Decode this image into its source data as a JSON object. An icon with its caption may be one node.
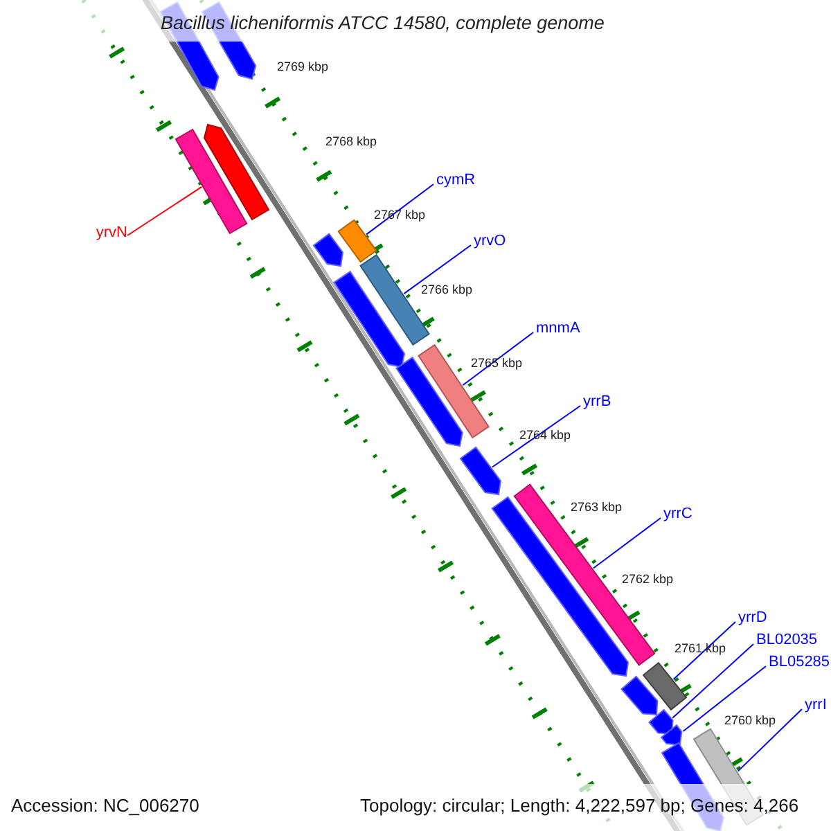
{
  "diagram": {
    "title": "Bacillus licheniformis ATCC 14580, complete genome",
    "nodes": [
      {
        "text": [],
        "shape": "arrow"
      },
      {
        "text": [],
        "shape": "arrow"
      },
      {
        "text": [],
        "shape": "bar"
      },
      {
        "text": [],
        "shape": "arrow"
      },
      {
        "text": [],
        "shape": "arrow"
      },
      {
        "text": [],
        "shape": "bar"
      },
      {
        "text": [],
        "shape": "arrow"
      },
      {
        "text": [],
        "shape": "bar"
      },
      {
        "text": [],
        "shape": "arrow"
      },
      {
        "text": [],
        "shape": "bar"
      },
      {
        "text": [],
        "shape": "arrow"
      },
      {
        "text": [],
        "shape": "arrow"
      },
      {
        "text": [],
        "shape": "bar"
      },
      {
        "text": [],
        "shape": "bar"
      },
      {
        "text": [],
        "shape": "arrow"
      },
      {
        "text": [],
        "shape": "arrow"
      },
      {
        "text": [],
        "shape": "arrow"
      },
      {
        "text": [],
        "shape": "bar"
      },
      {
        "text": [],
        "shape": "arrow"
      },
      {
        "text": [
          "cymR"
        ]
      },
      {
        "text": [
          "yrvO"
        ]
      },
      {
        "text": [
          "yrvN"
        ]
      },
      {
        "text": [
          "mnmA"
        ]
      },
      {
        "text": [
          "yrrB"
        ]
      },
      {
        "text": [
          "yrrC"
        ]
      },
      {
        "text": [
          "yrrD"
        ]
      },
      {
        "text": [
          "BL02035"
        ]
      },
      {
        "text": [
          "BL05285"
        ]
      },
      {
        "text": [
          "yrrI"
        ]
      }
    ],
    "edges": [
      {
        "from": 19,
        "to": 5,
        "arrow": "none"
      },
      {
        "from": 20,
        "to": 7,
        "arrow": "none"
      },
      {
        "from": 21,
        "to": 2,
        "arrow": "none",
        "color": "#ff0000"
      },
      {
        "from": 22,
        "to": 9,
        "arrow": "none"
      },
      {
        "from": 23,
        "to": 10,
        "arrow": "none"
      },
      {
        "from": 24,
        "to": 12,
        "arrow": "none"
      },
      {
        "from": 25,
        "to": 13,
        "arrow": "none"
      },
      {
        "from": 26,
        "to": 15,
        "arrow": "none"
      },
      {
        "from": 27,
        "to": 16,
        "arrow": "none"
      },
      {
        "from": 28,
        "to": 17,
        "arrow": "none"
      }
    ],
    "labels": [
      "2769 kbp",
      "2768 kbp",
      "2767 kbp",
      "2766 kbp",
      "2765 kbp",
      "2764 kbp",
      "2763 kbp",
      "2762 kbp",
      "2761 kbp",
      "2760 kbp",
      "Accession: NC_006270",
      "Topology: circular; Length: 4,222,597 bp; Genes: 4,266"
    ]
  }
}
